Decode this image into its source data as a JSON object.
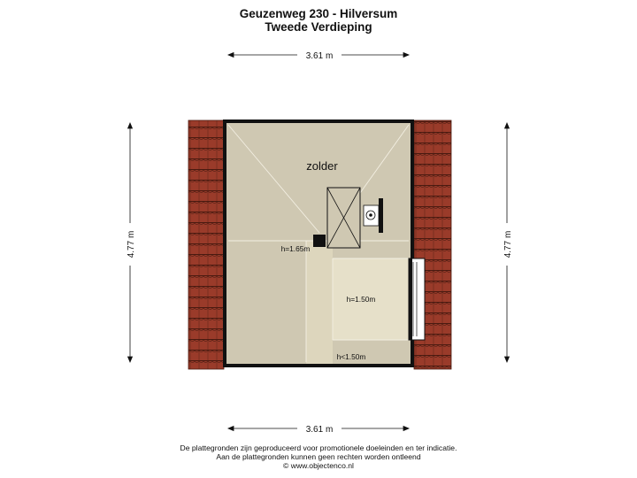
{
  "header": {
    "address": "Geuzenweg 230 - Hilversum",
    "floor": "Tweede Verdieping"
  },
  "dimensions": {
    "top_width": "3.61 m",
    "bottom_width": "3.61 m",
    "left_height": "4.77 m",
    "right_height": "4.77 m"
  },
  "rooms": {
    "attic_name": "zolder",
    "height_main": "h=1.65m",
    "height_inner": "h=1.50m",
    "height_low": "h<1.50m"
  },
  "footer": {
    "line1": "De plattegronden zijn geproduceerd voor promotionele doeleinden en ter indicatie.",
    "line2": "Aan de plattegronden kunnen geen rechten worden ontleend",
    "line3": "© www.objectenco.nl"
  },
  "colors": {
    "floor": "#cfc8b2",
    "floor_light": "#e6e0c9",
    "wall": "#111111",
    "roof_tiles": "#9a3b2a"
  }
}
